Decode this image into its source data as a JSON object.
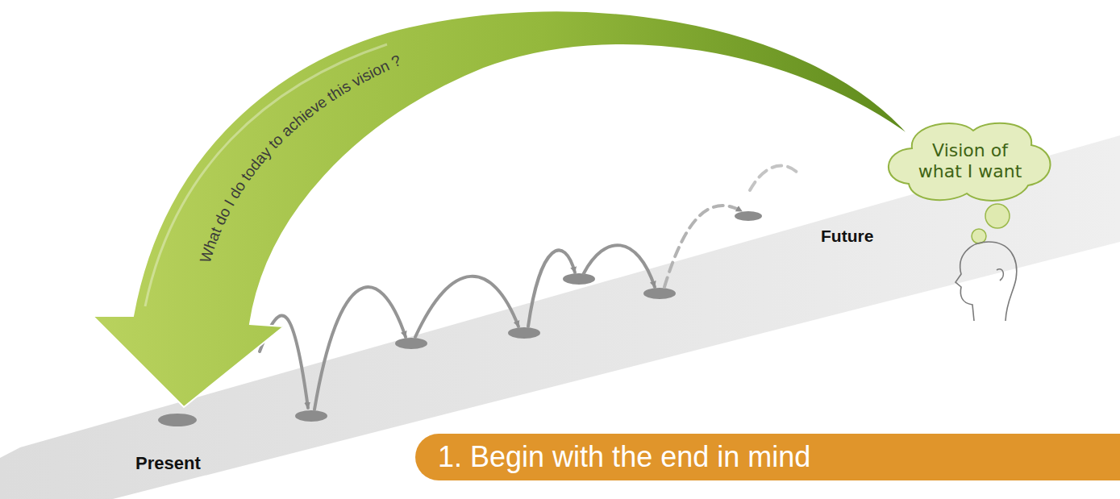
{
  "diagram": {
    "title": "1. Begin with the end in mind",
    "nodes": [
      {
        "text": [
          "Vision of what I want"
        ]
      }
    ],
    "labels": [
      "What do I do today to achieve this vision ?",
      "Present",
      "Future"
    ]
  }
}
